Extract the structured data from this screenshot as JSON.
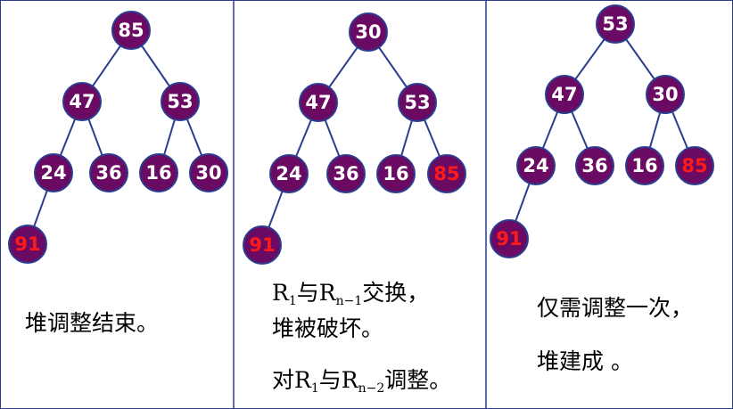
{
  "colors": {
    "node_fill": "#6a0a63",
    "node_stroke": "#2b3d8f",
    "edge": "#2b3d8f",
    "label": "#ffffff",
    "highlight": "#ff1a1a",
    "divider": "#2b3d8f"
  },
  "panels": [
    {
      "nodes": [
        {
          "id": "a",
          "label": "85",
          "highlight": false
        },
        {
          "id": "b",
          "label": "47",
          "highlight": false
        },
        {
          "id": "c",
          "label": "53",
          "highlight": false
        },
        {
          "id": "d",
          "label": "24",
          "highlight": false
        },
        {
          "id": "e",
          "label": "36",
          "highlight": false
        },
        {
          "id": "f",
          "label": "16",
          "highlight": false
        },
        {
          "id": "g",
          "label": "30",
          "highlight": false
        },
        {
          "id": "h",
          "label": "91",
          "highlight": true
        }
      ],
      "edges": [
        [
          "a",
          "b"
        ],
        [
          "a",
          "c"
        ],
        [
          "b",
          "d"
        ],
        [
          "b",
          "e"
        ],
        [
          "c",
          "f"
        ],
        [
          "c",
          "g"
        ],
        [
          "d",
          "h"
        ]
      ],
      "caption": {
        "line1": "堆调整结束。"
      }
    },
    {
      "nodes": [
        {
          "id": "a",
          "label": "30",
          "highlight": false
        },
        {
          "id": "b",
          "label": "47",
          "highlight": false
        },
        {
          "id": "c",
          "label": "53",
          "highlight": false
        },
        {
          "id": "d",
          "label": "24",
          "highlight": false
        },
        {
          "id": "e",
          "label": "36",
          "highlight": false
        },
        {
          "id": "f",
          "label": "16",
          "highlight": false
        },
        {
          "id": "g",
          "label": "85",
          "highlight": true
        },
        {
          "id": "h",
          "label": "91",
          "highlight": true
        }
      ],
      "edges": [
        [
          "a",
          "b"
        ],
        [
          "a",
          "c"
        ],
        [
          "b",
          "d"
        ],
        [
          "b",
          "e"
        ],
        [
          "c",
          "f"
        ],
        [
          "c",
          "g"
        ],
        [
          "d",
          "h"
        ]
      ],
      "caption": {
        "line1_r": "R",
        "line1_sub1": "1",
        "line1_mid": "与R",
        "line1_sub2": "n−1",
        "line1_end": "交换，",
        "line2": "堆被破坏。",
        "line3_pre": "对R",
        "line3_sub1": "1",
        "line3_mid": "与R",
        "line3_sub2": "n−2",
        "line3_end": "调整。"
      }
    },
    {
      "nodes": [
        {
          "id": "a",
          "label": "53",
          "highlight": false
        },
        {
          "id": "b",
          "label": "47",
          "highlight": false
        },
        {
          "id": "c",
          "label": "30",
          "highlight": false
        },
        {
          "id": "d",
          "label": "24",
          "highlight": false
        },
        {
          "id": "e",
          "label": "36",
          "highlight": false
        },
        {
          "id": "f",
          "label": "16",
          "highlight": false
        },
        {
          "id": "g",
          "label": "85",
          "highlight": true
        },
        {
          "id": "h",
          "label": "91",
          "highlight": true
        }
      ],
      "edges": [
        [
          "a",
          "b"
        ],
        [
          "a",
          "c"
        ],
        [
          "b",
          "d"
        ],
        [
          "b",
          "e"
        ],
        [
          "c",
          "f"
        ],
        [
          "c",
          "g"
        ],
        [
          "d",
          "h"
        ]
      ],
      "caption": {
        "line1": "仅需调整一次，",
        "line2": "堆建成 。"
      }
    }
  ]
}
